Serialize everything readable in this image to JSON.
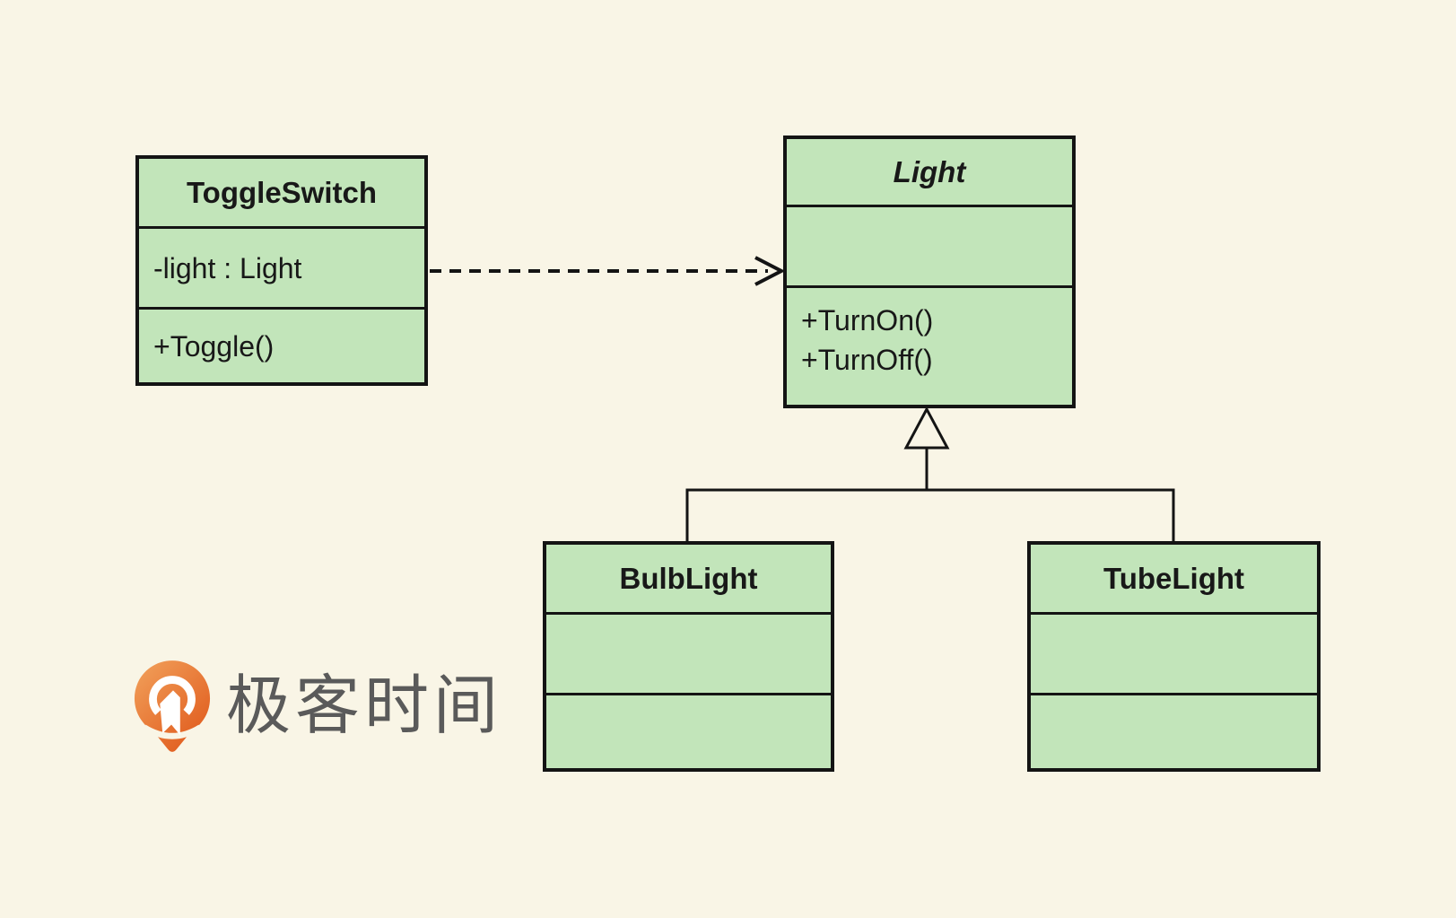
{
  "title": "UML class diagram - ToggleSwitch / Light / BulbLight / TubeLight",
  "colors": {
    "background": "#f9f5e6",
    "box_fill": "#c2e5ba",
    "box_border": "#141414",
    "text": "#181818",
    "logo_text_gray": "#5a5a5a",
    "logo_orange_light": "#f2a25c",
    "logo_orange_dark": "#e05a1c"
  },
  "diagram": {
    "classes": [
      {
        "name": "ToggleSwitch",
        "abstract": false,
        "attributes": [
          "-light : Light"
        ],
        "methods": [
          "+Toggle()"
        ]
      },
      {
        "name": "Light",
        "abstract": true,
        "attributes": [],
        "methods": [
          "+TurnOn()",
          "+TurnOff()"
        ]
      },
      {
        "name": "BulbLight",
        "abstract": false,
        "attributes": [],
        "methods": []
      },
      {
        "name": "TubeLight",
        "abstract": false,
        "attributes": [],
        "methods": []
      }
    ],
    "relations": [
      {
        "type": "dependency",
        "style": "dashed-open-arrow",
        "from": "ToggleSwitch",
        "to": "Light"
      },
      {
        "type": "inheritance",
        "style": "solid-hollow-triangle",
        "from": "BulbLight",
        "to": "Light"
      },
      {
        "type": "inheritance",
        "style": "solid-hollow-triangle",
        "from": "TubeLight",
        "to": "Light"
      }
    ]
  },
  "logo": {
    "text": "极客时间",
    "icon": "geektime-pin-q-icon"
  }
}
